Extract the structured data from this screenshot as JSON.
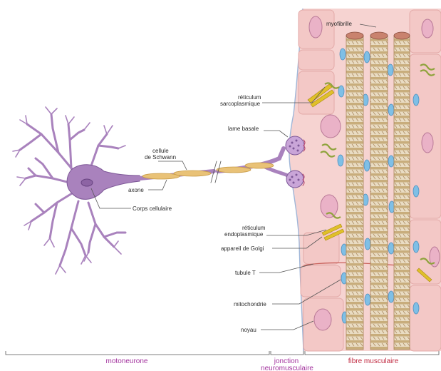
{
  "labels": {
    "myofibrille": "myofibrille",
    "reticulum_sarco_1": "réticulum",
    "reticulum_sarco_2": "sarcoplasmique",
    "lame_basale": "lame basale",
    "cellule_1": "cellule",
    "cellule_2": "de Schwann",
    "axone": "axone",
    "corps": "Corps cellulaire",
    "reticulum_endo_1": "réticulum",
    "reticulum_endo_2": "endoplasmique",
    "golgi": "appareil de Golgi",
    "tubule": "tubule T",
    "mitochondrie": "mitochondrie",
    "noyau": "noyau"
  },
  "sections": {
    "motoneurone": "motoneurone",
    "jonction_1": "jonction",
    "jonction_2": "neuromusculaire",
    "fibre": "fibre musculaire"
  },
  "colors": {
    "neuron": "#a982bd",
    "neuron_dark": "#7d5797",
    "schwann": "#e9c277",
    "muscle_bg": "#f6d3d1",
    "muscle_border": "#e3aaa8",
    "nucleus": "#eab2c7",
    "mito": "#7fbfe6",
    "golgi": "#e0c02a",
    "er": "#8fa33c",
    "myofibril": "#d8c39c",
    "myofibril_cap": "#c9826e",
    "section_label": "#a3339e"
  }
}
